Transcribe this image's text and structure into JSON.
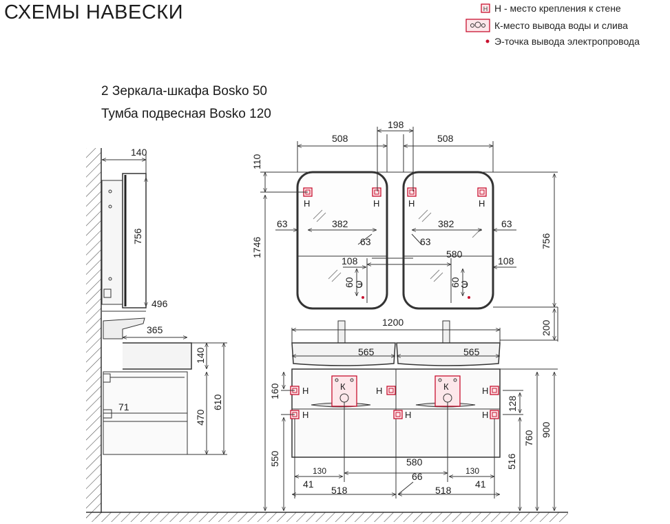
{
  "title": "СХЕМЫ НАВЕСКИ",
  "legend": {
    "h_item": {
      "symbol": "Н",
      "label": "Н - место крепления к стене"
    },
    "k_item": {
      "label": "К-место вывода воды и слива"
    },
    "e_item": {
      "label": "Э-точка вывода электропровода"
    }
  },
  "subtitle": {
    "line1": "2 Зеркала-шкафа Bosko 50",
    "line2": "Тумба подвесная Bosko 120"
  },
  "colors": {
    "accent": "#c8102e",
    "line": "#333333"
  },
  "side_view": {
    "d140": "140",
    "d756": "756",
    "d496": "496",
    "d365": "365",
    "d140b": "140",
    "d470": "470",
    "d610": "610",
    "d71": "71"
  },
  "front_view": {
    "d508_left": "508",
    "d198": "198",
    "d508_right": "508",
    "d110": "110",
    "d1746": "1746",
    "d756": "756",
    "d63_ll": "63",
    "d382_l": "382",
    "d63_lr": "63",
    "d382_r": "382",
    "d63_rl": "63",
    "d63_rr": "63",
    "d108_l": "108",
    "d580_top": "580",
    "d108_r": "108",
    "d60_l": "60",
    "d60_r": "60",
    "d200": "200",
    "d1200": "1200",
    "d565_l": "565",
    "d565_r": "565",
    "d160": "160",
    "d128": "128",
    "d900": "900",
    "d760": "760",
    "d550": "550",
    "d516": "516",
    "d580_bot": "580",
    "d130_l": "130",
    "d130_r": "130",
    "d66": "66",
    "d41_l": "41",
    "d518_l": "518",
    "d518_r": "518",
    "d41_r": "41"
  },
  "marks": {
    "h": "Н",
    "k": "К",
    "e": "Э"
  }
}
